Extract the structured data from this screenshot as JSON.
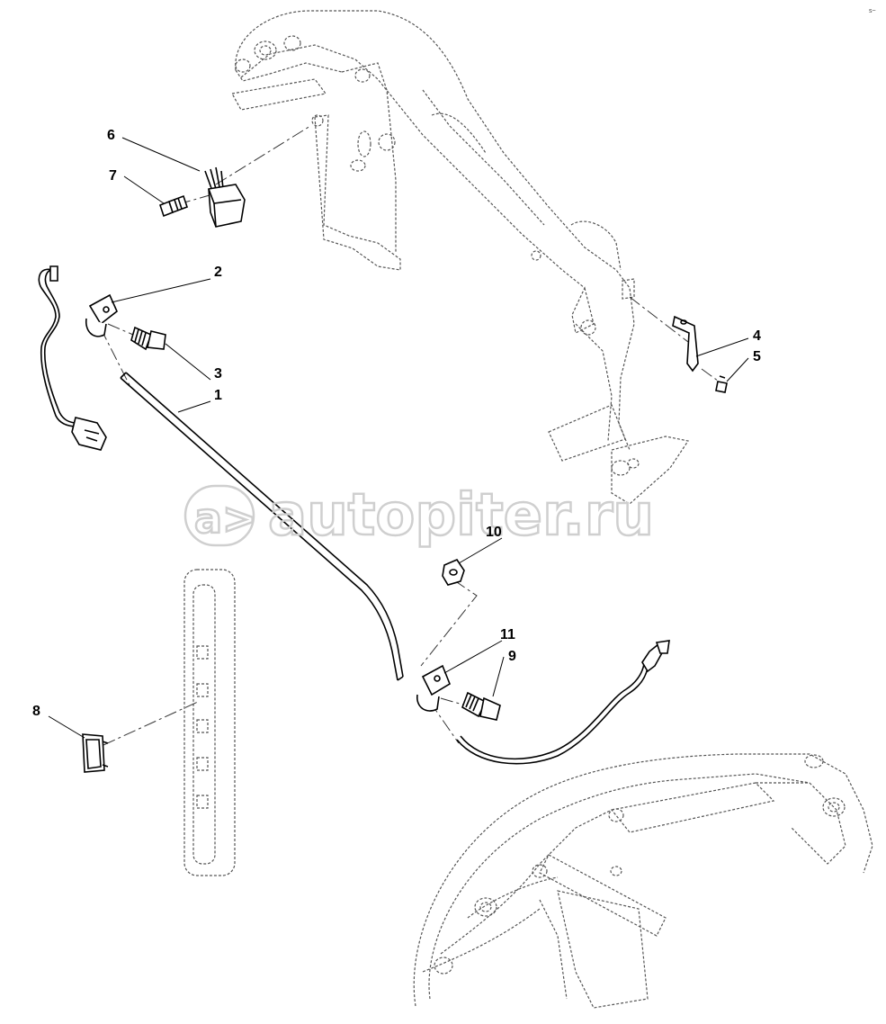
{
  "diagram": {
    "corner_mark": "s~",
    "watermark": {
      "text": "autopiter.ru",
      "logo_text": "a>"
    },
    "callouts": [
      {
        "id": "c1",
        "text": "1"
      },
      {
        "id": "c2",
        "text": "2"
      },
      {
        "id": "c3",
        "text": "3"
      },
      {
        "id": "c4",
        "text": "4"
      },
      {
        "id": "c5",
        "text": "5"
      },
      {
        "id": "c6",
        "text": "6"
      },
      {
        "id": "c7",
        "text": "7"
      },
      {
        "id": "c8",
        "text": "8"
      },
      {
        "id": "c9",
        "text": "9"
      },
      {
        "id": "c10",
        "text": "10"
      },
      {
        "id": "c11",
        "text": "11"
      }
    ]
  }
}
